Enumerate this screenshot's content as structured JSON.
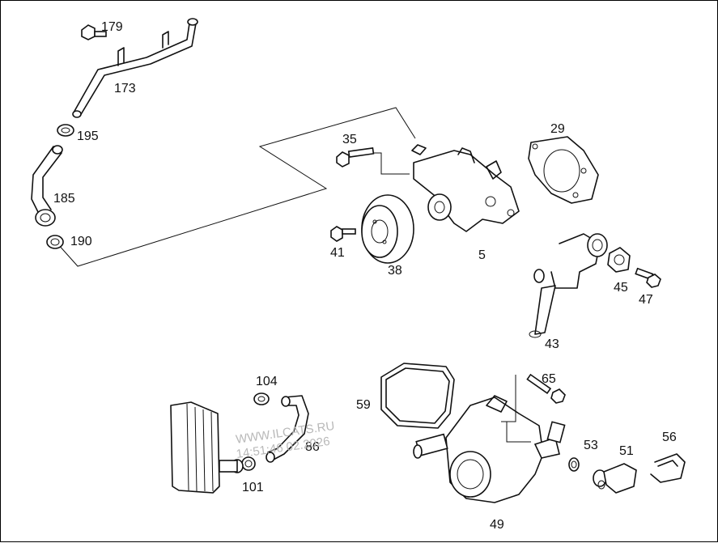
{
  "diagram": {
    "labels": {
      "p179": "179",
      "p173": "173",
      "p195": "195",
      "p185": "185",
      "p190": "190",
      "p35": "35",
      "p29": "29",
      "p41": "41",
      "p38": "38",
      "p5": "5",
      "p45": "45",
      "p47": "47",
      "p43": "43",
      "p104": "104",
      "p86": "86",
      "p101": "101",
      "p59": "59",
      "p65": "65",
      "p53": "53",
      "p51": "51",
      "p56": "56",
      "p49": "49"
    },
    "watermark": {
      "line1": "WWW.ILCATS.RU",
      "line2": "14:51:46 02.2026"
    }
  }
}
